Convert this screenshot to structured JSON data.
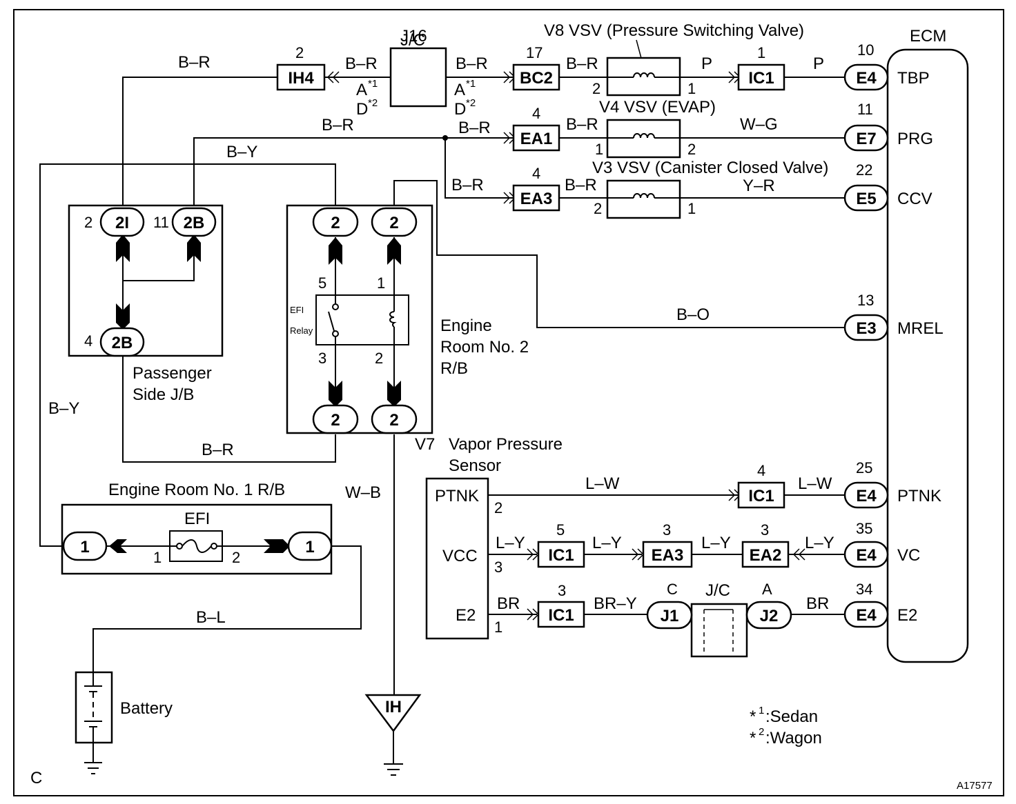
{
  "figure_id": "A17577",
  "corner_letter": "C",
  "legend": {
    "sedan_marker": "*",
    "sedan_sup": "1",
    "sedan_text": ":Sedan",
    "wagon_marker": "*",
    "wagon_sup": "2",
    "wagon_text": ":Wagon"
  },
  "components": {
    "ecm": "ECM",
    "j16_id": "J16",
    "j16_type": "J/C",
    "v8": "V8 VSV (Pressure Switching Valve)",
    "v4": "V4 VSV (EVAP)",
    "v3": "V3 VSV (Canister Closed Valve)",
    "passenger_jb_1": "Passenger",
    "passenger_jb_2": "Side J/B",
    "er2_1": "Engine",
    "er2_2": "Room No. 2",
    "er2_3": "R/B",
    "efi_relay_1": "EFI",
    "efi_relay_2": "Relay",
    "er1": "Engine Room No. 1 R/B",
    "efi_fuse": "EFI",
    "battery": "Battery",
    "v7_id": "V7",
    "v7_1": "Vapor Pressure",
    "v7_2": "Sensor",
    "ground_point": "IH",
    "jc2_type": "J/C"
  },
  "ecm_terminals": [
    {
      "pin": "10",
      "connector": "E4",
      "name": "TBP"
    },
    {
      "pin": "11",
      "connector": "E7",
      "name": "PRG"
    },
    {
      "pin": "22",
      "connector": "E5",
      "name": "CCV"
    },
    {
      "pin": "13",
      "connector": "E3",
      "name": "MREL"
    },
    {
      "pin": "25",
      "connector": "E4",
      "name": "PTNK"
    },
    {
      "pin": "35",
      "connector": "E4",
      "name": "VC"
    },
    {
      "pin": "34",
      "connector": "E4",
      "name": "E2"
    }
  ],
  "sensor_terminals": {
    "ptnk": "PTNK",
    "vcc": "VCC",
    "e2": "E2"
  },
  "connectors": {
    "ih4": {
      "id": "IH4",
      "pin": "2"
    },
    "bc2": {
      "id": "BC2",
      "pin": "17"
    },
    "ic1_top": {
      "id": "IC1",
      "pin": "1"
    },
    "ea1": {
      "id": "EA1",
      "pin": "4"
    },
    "ea3_top": {
      "id": "EA3",
      "pin": "4"
    },
    "ic1_ptnk": {
      "id": "IC1",
      "pin": "4"
    },
    "ic1_vcc": {
      "id": "IC1",
      "pin": "5"
    },
    "ea3_vcc": {
      "id": "EA3",
      "pin": "3"
    },
    "ea2_vcc": {
      "id": "EA2",
      "pin": "3"
    },
    "ic1_e2": {
      "id": "IC1",
      "pin": "3"
    },
    "j1": {
      "id": "J1",
      "pin": "C"
    },
    "j2": {
      "id": "J2",
      "pin": "A"
    },
    "pj_2i": {
      "id": "2I",
      "pin": "2"
    },
    "pj_2b_top": {
      "id": "2B",
      "pin": "11"
    },
    "pj_2b_bottom": {
      "id": "2B",
      "pin": "4"
    },
    "er2_tl": {
      "id": "2"
    },
    "er2_tr": {
      "id": "2"
    },
    "er2_bl": {
      "id": "2"
    },
    "er2_br": {
      "id": "2"
    },
    "er1_l": {
      "id": "1"
    },
    "er1_r": {
      "id": "1"
    }
  },
  "pin_labels": {
    "v8_in": "2",
    "v8_out": "1",
    "v4_in": "1",
    "v4_out": "2",
    "v3_in": "2",
    "v3_out": "1",
    "relay_5": "5",
    "relay_1": "1",
    "relay_3": "3",
    "relay_2": "2",
    "fuse_1": "1",
    "fuse_2": "2",
    "sensor_ptnk": "2",
    "sensor_vcc": "3",
    "sensor_e2": "1"
  },
  "variant_codes": {
    "left_a": "A",
    "left_a_sup": "*1",
    "left_d": "D",
    "left_d_sup": "*2",
    "right_a": "A",
    "right_a_sup": "*1",
    "right_d": "D",
    "right_d_sup": "*2"
  },
  "wire_colors": {
    "br_top_left": "B–R",
    "br_ih4_j16": "B–R",
    "br_j16_bc2": "B–R",
    "br_bc2_v8": "B–R",
    "p_v8_ic1": "P",
    "p_ic1_ecm": "P",
    "br_branch": "B–R",
    "br_to_ea1": "B–R",
    "br_ea1_v4": "B–R",
    "wg": "W–G",
    "br_to_ea3": "B–R",
    "br_ea3_v3": "B–R",
    "yr": "Y–R",
    "by_top": "B–Y",
    "by_left": "B–Y",
    "bo": "B–O",
    "br_bottom": "B–R",
    "wb": "W–B",
    "bl": "B–L",
    "lw_1": "L–W",
    "lw_2": "L–W",
    "ly_1": "L–Y",
    "ly_2": "L–Y",
    "ly_3": "L–Y",
    "ly_4": "L–Y",
    "br_e2_1": "BR",
    "bry": "BR–Y",
    "br_e2_2": "BR"
  }
}
